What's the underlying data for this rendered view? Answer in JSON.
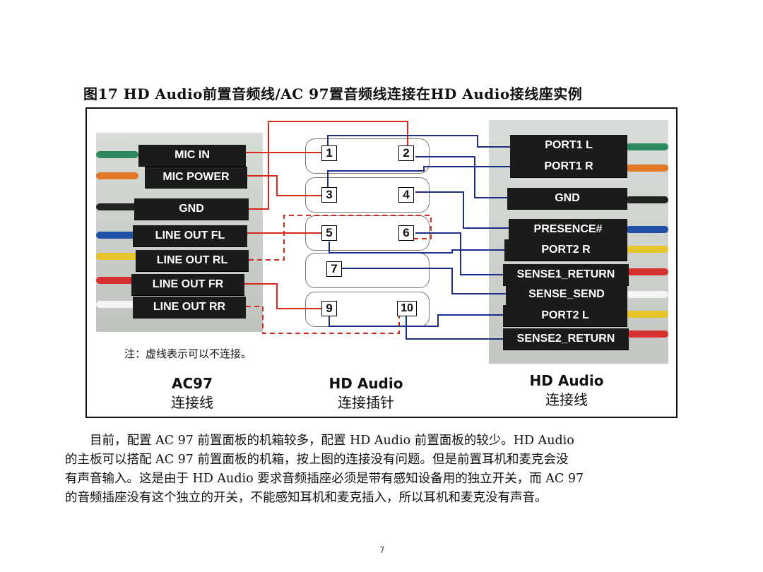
{
  "figure_title": "图17 HD Audio前置音频线/AC 97置音频线连接在HD Audio接线座实例",
  "ac97_labels": [
    "MIC IN",
    "MIC POWER",
    "GND",
    "LINE OUT FL",
    "LINE OUT RL",
    "LINE OUT FR",
    "LINE OUT RR"
  ],
  "hd_labels": [
    "PORT1 L",
    "PORT1 R",
    "GND",
    "PRESENCE#",
    "PORT2 R",
    "SENSE1_RETURN",
    "SENSE_SEND",
    "PORT2 L",
    "SENSE2_RETURN"
  ],
  "pins": [
    "1",
    "2",
    "3",
    "4",
    "5",
    "6",
    "7",
    "9",
    "10"
  ],
  "note": "注：虚线表示可以不连接。",
  "captions": {
    "left": {
      "line1": "AC97",
      "line2": "连接线"
    },
    "middle": {
      "line1": "HD Audio",
      "line2": "连接插针"
    },
    "right": {
      "line1": "HD Audio",
      "line2": "连接线"
    }
  },
  "paragraph": [
    "　　目前，配置 AC 97 前置面板的机箱较多，配置 HD Audio 前置面板的较少。HD Audio",
    "的主板可以搭配 AC 97 前置面板的机箱，按上图的连接没有问题。但是前置耳机和麦克会没",
    "有声音输入。这是由于 HD Audio 要求音频插座必须是带有感知设备用的独立开关，而 AC 97",
    "的音频插座没有这个独立的开关，不能感知耳机和麦克插入，所以耳机和麦克没有声音。"
  ],
  "page_number": "7",
  "colors": {
    "red_line": "#d42a20",
    "blue_line": "#1c2f86",
    "label_bg": "#1b1b1b"
  }
}
